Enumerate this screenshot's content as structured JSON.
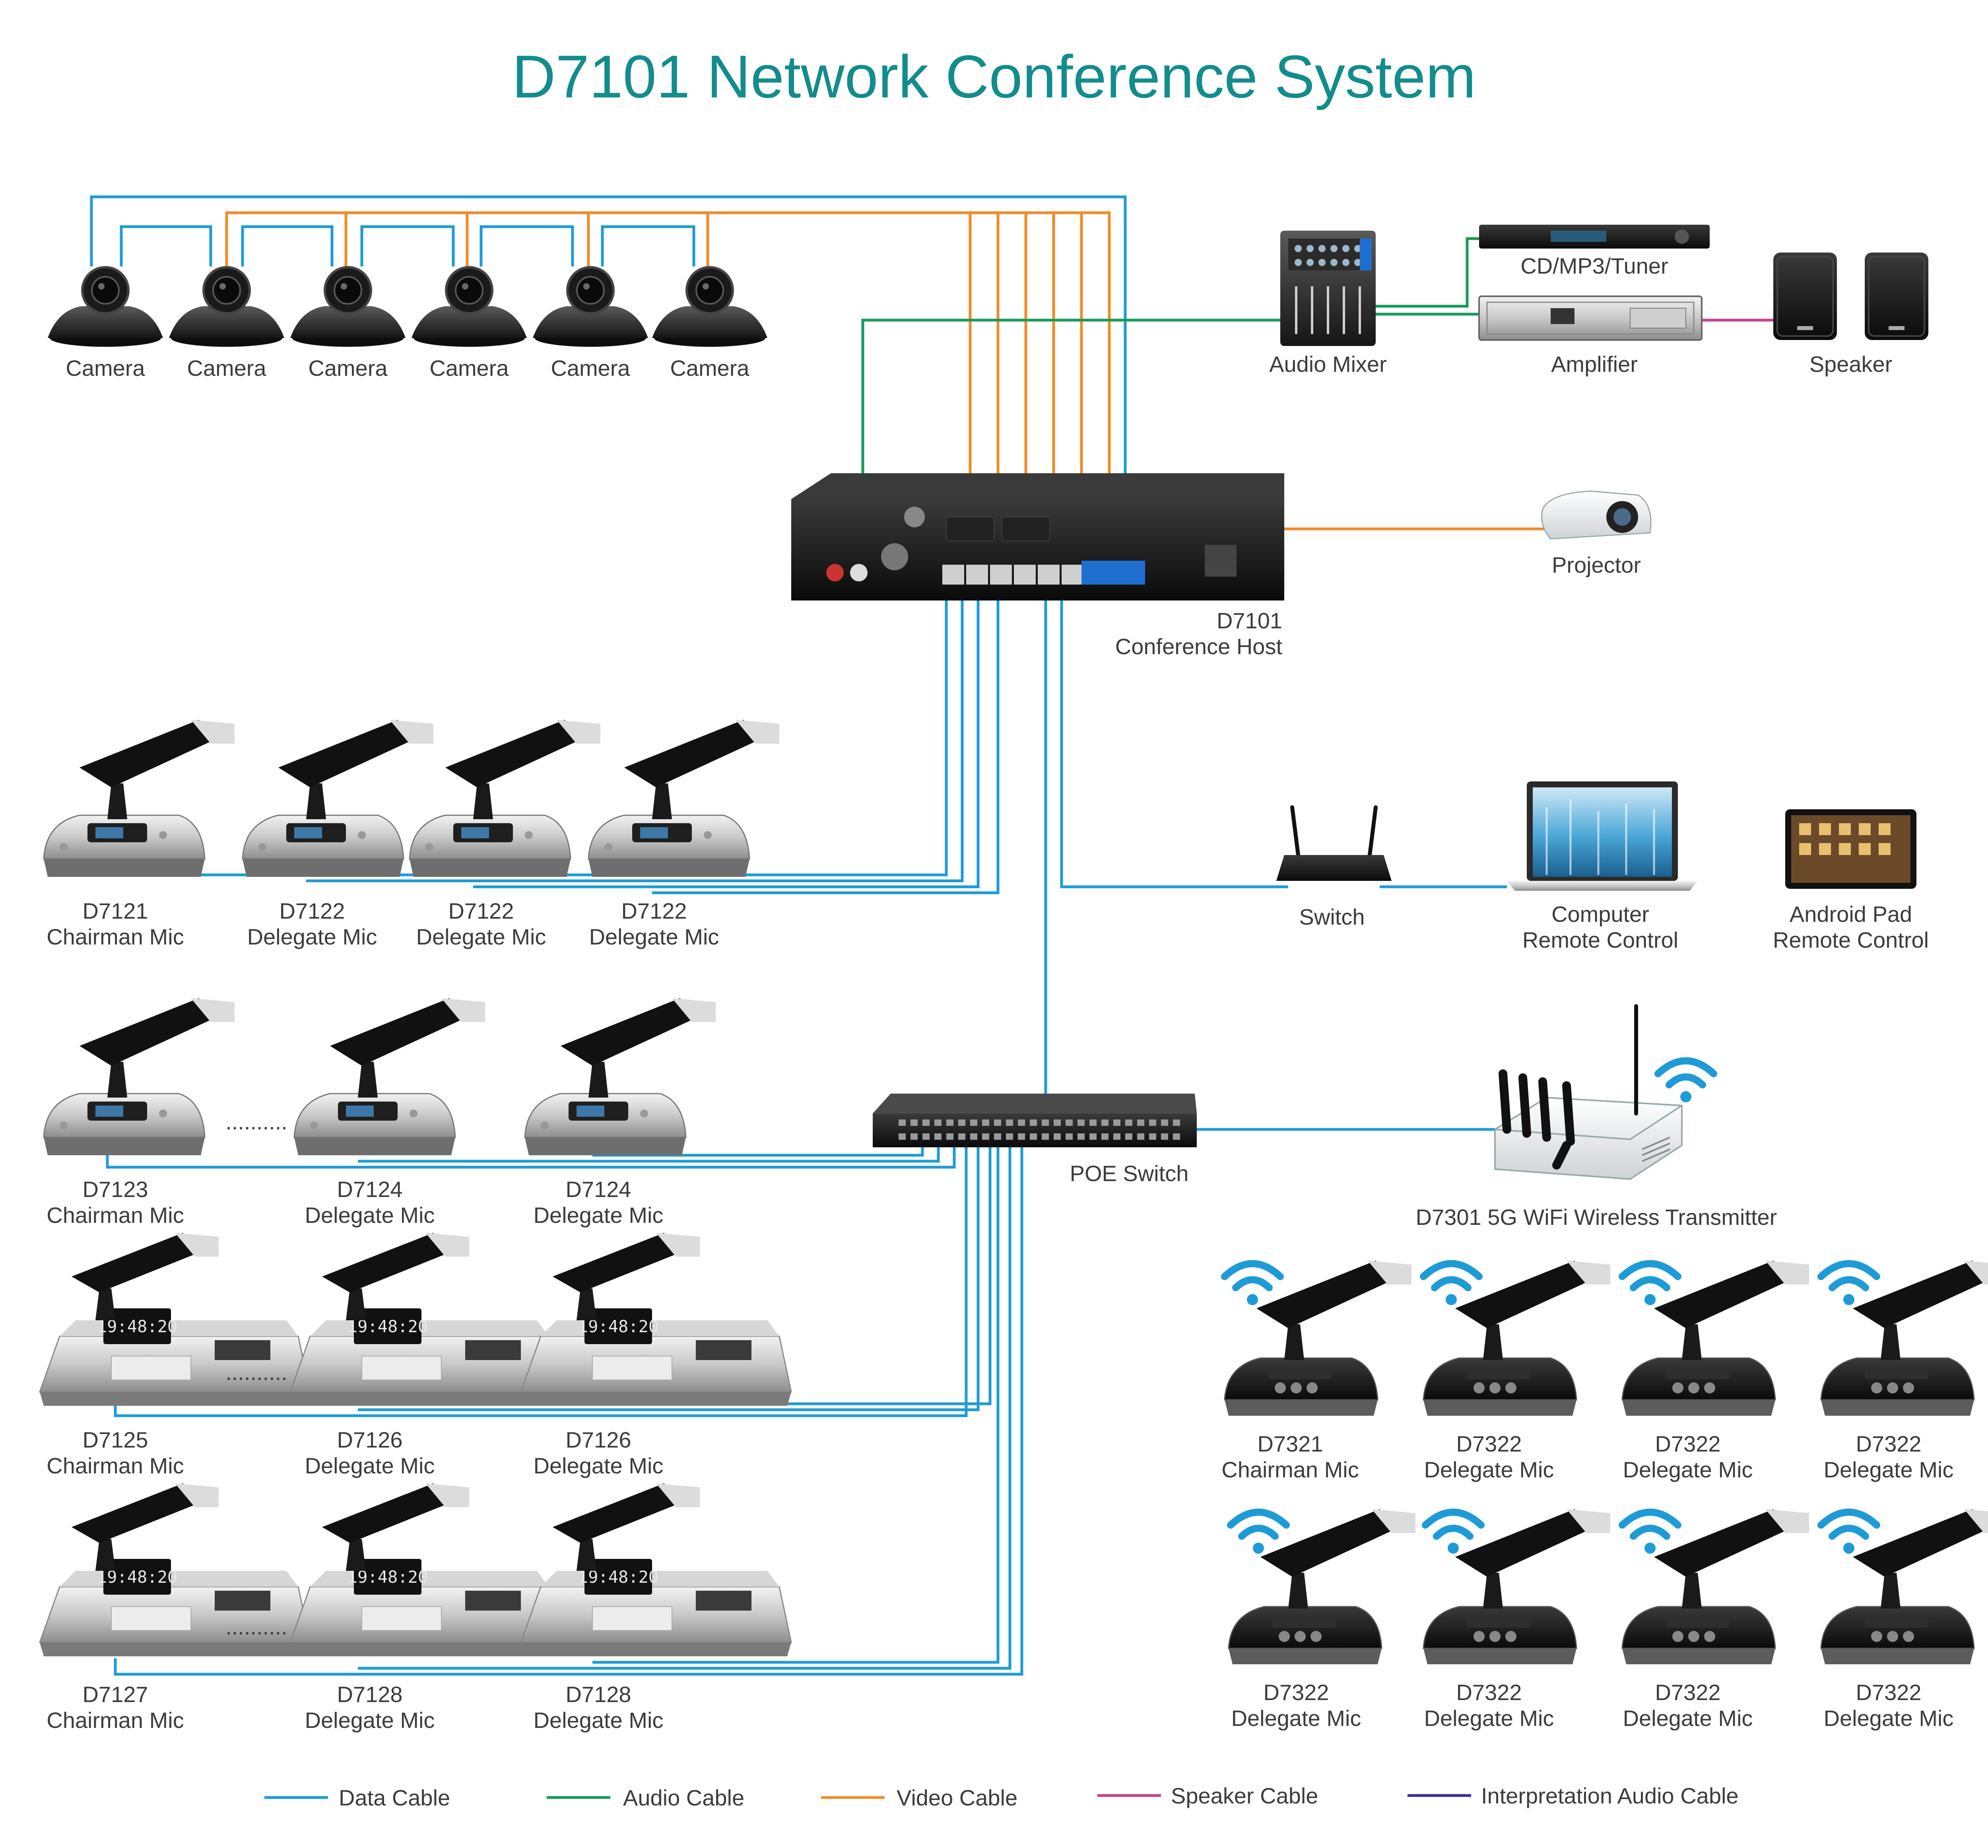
{
  "title": "D7101 Network Conference System",
  "colors": {
    "data": "#1e9bd7",
    "audio": "#1a9a5a",
    "video": "#f08c28",
    "speaker": "#c2448e",
    "interpretation": "#3a2f8a",
    "title": "#138c8c"
  },
  "cameras": [
    "Camera",
    "Camera",
    "Camera",
    "Camera",
    "Camera",
    "Camera"
  ],
  "audio_mixer": "Audio Mixer",
  "cd_tuner": "CD/MP3/Tuner",
  "amplifier": "Amplifier",
  "speaker": "Speaker",
  "projector": "Projector",
  "host": {
    "model": "D7101",
    "name": "Conference Host"
  },
  "row1": [
    {
      "model": "D7121",
      "role": "Chairman Mic"
    },
    {
      "model": "D7122",
      "role": "Delegate Mic"
    },
    {
      "model": "D7122",
      "role": "Delegate Mic"
    },
    {
      "model": "D7122",
      "role": "Delegate Mic"
    }
  ],
  "switch": "Switch",
  "computer": {
    "line1": "Computer",
    "line2": "Remote Control"
  },
  "android": {
    "line1": "Android Pad",
    "line2": "Remote Control"
  },
  "row2": [
    {
      "model": "D7123",
      "role": "Chairman Mic"
    },
    {
      "model": "D7124",
      "role": "Delegate Mic"
    },
    {
      "model": "D7124",
      "role": "Delegate Mic"
    }
  ],
  "poe_switch": "POE Switch",
  "wifi_transmitter": "D7301 5G WiFi Wireless Transmitter",
  "row3": [
    {
      "model": "D7125",
      "role": "Chairman Mic"
    },
    {
      "model": "D7126",
      "role": "Delegate Mic"
    },
    {
      "model": "D7126",
      "role": "Delegate Mic"
    }
  ],
  "row4": [
    {
      "model": "D7127",
      "role": "Chairman Mic"
    },
    {
      "model": "D7128",
      "role": "Delegate Mic"
    },
    {
      "model": "D7128",
      "role": "Delegate Mic"
    }
  ],
  "wireless_row1": [
    {
      "model": "D7321",
      "role": "Chairman Mic"
    },
    {
      "model": "D7322",
      "role": "Delegate Mic"
    },
    {
      "model": "D7322",
      "role": "Delegate Mic"
    },
    {
      "model": "D7322",
      "role": "Delegate Mic"
    }
  ],
  "wireless_row2": [
    {
      "model": "D7322",
      "role": "Delegate Mic"
    },
    {
      "model": "D7322",
      "role": "Delegate Mic"
    },
    {
      "model": "D7322",
      "role": "Delegate Mic"
    },
    {
      "model": "D7322",
      "role": "Delegate Mic"
    }
  ],
  "ellipsis": "..........",
  "legend": [
    {
      "label": "Data Cable",
      "color": "#1e9bd7"
    },
    {
      "label": "Audio Cable",
      "color": "#1a9a5a"
    },
    {
      "label": "Video Cable",
      "color": "#f08c28"
    },
    {
      "label": "Speaker Cable",
      "color": "#c2448e"
    },
    {
      "label": "Interpretation Audio Cable",
      "color": "#3a2f8a"
    }
  ]
}
